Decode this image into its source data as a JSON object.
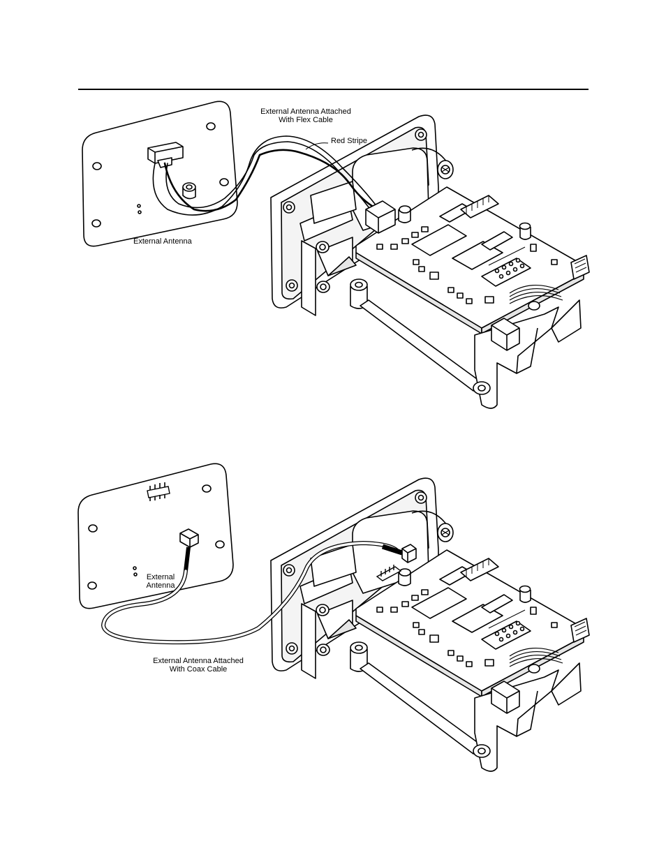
{
  "figure_top": {
    "label_cable": [
      "External Antenna Attached",
      "With Flex Cable"
    ],
    "label_stripe": "Red Stripe",
    "label_antenna": "External Antenna"
  },
  "figure_bottom": {
    "label_antenna": [
      "External",
      "Antenna"
    ],
    "label_cable": [
      "External Antenna Attached",
      "With Coax Cable"
    ]
  },
  "colors": {
    "ink": "#000000",
    "paper": "#ffffff",
    "shade": "#e6e6e6"
  }
}
